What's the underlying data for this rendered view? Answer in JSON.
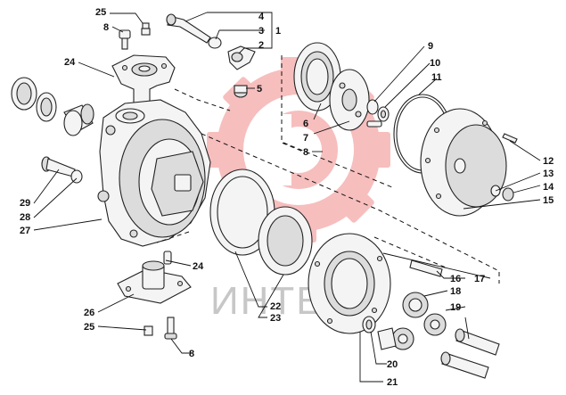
{
  "watermark": {
    "text": "ИНТЕХ",
    "color": "#f28a8a"
  },
  "callouts": [
    {
      "id": "c25a",
      "label": "25"
    },
    {
      "id": "c8a",
      "label": "8"
    },
    {
      "id": "c24a",
      "label": "24"
    },
    {
      "id": "c4",
      "label": "4"
    },
    {
      "id": "c3",
      "label": "3"
    },
    {
      "id": "c2",
      "label": "2"
    },
    {
      "id": "c1",
      "label": "1"
    },
    {
      "id": "c5",
      "label": "5"
    },
    {
      "id": "c6",
      "label": "6"
    },
    {
      "id": "c7",
      "label": "7"
    },
    {
      "id": "c8b",
      "label": "8"
    },
    {
      "id": "c9",
      "label": "9"
    },
    {
      "id": "c10",
      "label": "10"
    },
    {
      "id": "c11",
      "label": "11"
    },
    {
      "id": "c12",
      "label": "12"
    },
    {
      "id": "c13",
      "label": "13"
    },
    {
      "id": "c14",
      "label": "14"
    },
    {
      "id": "c15",
      "label": "15"
    },
    {
      "id": "c16",
      "label": "16"
    },
    {
      "id": "c17",
      "label": "17"
    },
    {
      "id": "c18",
      "label": "18"
    },
    {
      "id": "c19",
      "label": "19"
    },
    {
      "id": "c20",
      "label": "20"
    },
    {
      "id": "c21",
      "label": "21"
    },
    {
      "id": "c22",
      "label": "22"
    },
    {
      "id": "c23",
      "label": "23"
    },
    {
      "id": "c24b",
      "label": "24"
    },
    {
      "id": "c26",
      "label": "26"
    },
    {
      "id": "c25b",
      "label": "25"
    },
    {
      "id": "c8c",
      "label": "8"
    },
    {
      "id": "c27",
      "label": "27"
    },
    {
      "id": "c28",
      "label": "28"
    },
    {
      "id": "c29",
      "label": "29"
    }
  ]
}
